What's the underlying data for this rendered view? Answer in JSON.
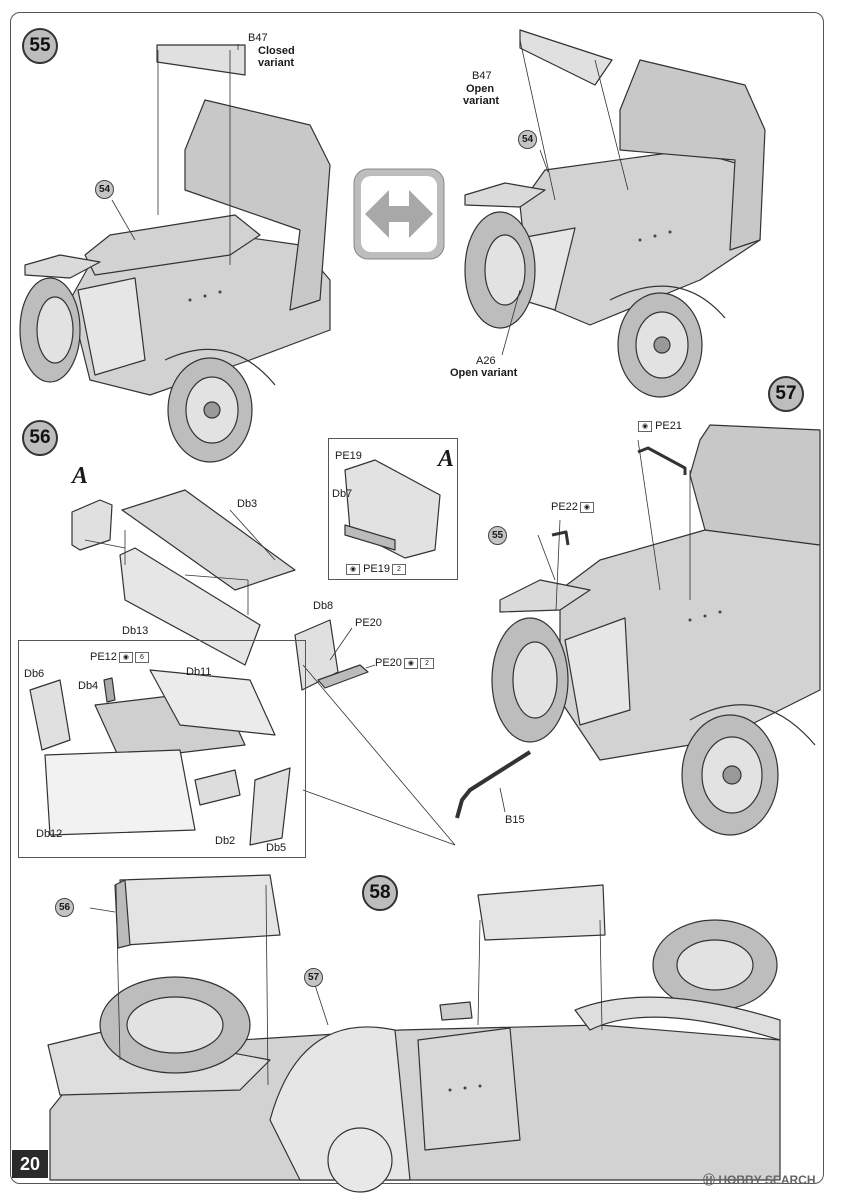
{
  "page_number": "20",
  "steps": {
    "s55": "55",
    "s56": "56",
    "s57": "57",
    "s58": "58"
  },
  "refs": {
    "r54a": "54",
    "r54b": "54",
    "r55": "55",
    "r56": "56",
    "r57": "57"
  },
  "subassembly": {
    "a1": "A",
    "a2": "A"
  },
  "labels": {
    "b47a": "B47",
    "closed": "Closed",
    "variant1": "variant",
    "b47b": "B47",
    "open1": "Open",
    "variant2": "variant",
    "a26": "A26",
    "open_variant": "Open variant",
    "pe19a": "PE19",
    "db7": "Db7",
    "pe19b": "PE19",
    "x2a": "2",
    "db3": "Db3",
    "db13": "Db13",
    "db8": "Db8",
    "pe20a": "PE20",
    "pe20b": "PE20",
    "x2b": "2",
    "pe12": "PE12",
    "x6": "6",
    "db11": "Db11",
    "db6": "Db6",
    "db4": "Db4",
    "db12": "Db12",
    "db2": "Db2",
    "db5": "Db5",
    "pe21": "PE21",
    "pe22": "PE22",
    "b15": "B15"
  },
  "watermark": "HOBBY SEARCH"
}
